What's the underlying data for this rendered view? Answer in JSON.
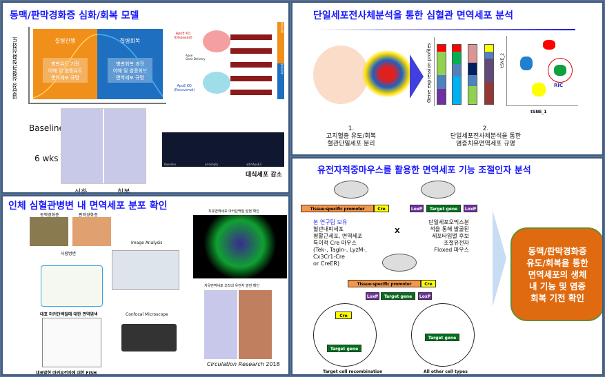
{
  "panel_model": {
    "title": "동맥/판막경화증 심화/회복 모델",
    "y_axis": "염증성 심혈관질환심화도",
    "phase_progress": "질병진행",
    "phase_recovery": "질병회복",
    "box_progress": [
      "병변유도 기전",
      "이해 및 염증유도",
      "면역세포 규명"
    ],
    "box_recovery": [
      "병변회복 과정",
      "이해 및 염증회복",
      "면역세포 규명"
    ],
    "apoe_diseased": [
      "ApoE KO",
      "(Diseased)"
    ],
    "gene_delivery": [
      "Apoe",
      "Gene Delivery"
    ],
    "apoe_recovered": [
      "ApoE KO",
      "(Recovered)"
    ],
    "side_progress": "병변진행",
    "side_recovery": "병변회복",
    "row_baseline": "Baseline",
    "row_6wks": "6 wks",
    "col_aggravation": "심화",
    "col_recovery": "회복",
    "fluor_labels": [
      "Baseline",
      "ad-Empty",
      "ad-hApoE3"
    ],
    "macrophage": "대식세포 감소"
  },
  "panel_human": {
    "title": "인체 심혈관병변 내 면역세포 분포 확인",
    "atherosclerosis": "동맥경화증",
    "valve": "판막경화증",
    "autopsy": "사람병변",
    "ihc": "대표 마커단백질에 대한 면역염색",
    "fish": "대표발현 마커유전자에 대한 FISH",
    "image_analysis": "Image Analysis",
    "confocal": "Confocal Microscope",
    "marker_protein": "치유면역세포 마커단백질 발현 확인",
    "marker_gene": "치유면역세포 조직내 유전자 발현 확인",
    "citation_journal": "Circulation Research",
    "citation_year": "2018"
  },
  "panel_scrna": {
    "title": "단일세포전사체분석을 통한 심혈관 면역세포 분석",
    "y_label": "Gene expression profiles",
    "tsne_x": "tSNE_1",
    "tsne_y": "tSNE_2",
    "ric": "RIC",
    "step1_num": "1.",
    "step1": [
      "고지혈증 유도/회복",
      "혈관단일세포 분리"
    ],
    "step2_num": "2.",
    "step2": [
      "단일세포전사체분석을 통한",
      "염증치유면역세포 규명"
    ]
  },
  "panel_mouse": {
    "title": "유전자적중마우스를 활용한 면역세포 기능 조절인자 분석",
    "promoter": "Tissue-specific promoter",
    "cre": "Cre",
    "loxp": "LoxP",
    "target_gene": "Target gene",
    "cross": "X",
    "left_head": "본 연구팀 보유",
    "left_lines": [
      "혈관내피세포",
      "평활근세포, 면역세포",
      "특이적 Cre 마우스",
      "(Tek-, Tagln-, LyzM-,",
      "Cx3Cr1-Cre",
      "or CreER)"
    ],
    "right_lines": [
      "단일세포오믹스분",
      "석을 통해 발굴된",
      "세포타입별 후보",
      "조절유전자",
      "Floxed 마우스"
    ],
    "circle1": "Target cell recombination",
    "circle2": "All other cell types",
    "conclusion": [
      "동맥/판막경화증",
      "유도/회복을 통한",
      "면역세포의 생체",
      "내 기능 및 염증",
      "회복 기전 확인"
    ]
  },
  "colors": {
    "title": "#1a1aff",
    "orange": "#f0901a",
    "blue": "#1f6fc0",
    "conclusion": "#e06a10"
  }
}
